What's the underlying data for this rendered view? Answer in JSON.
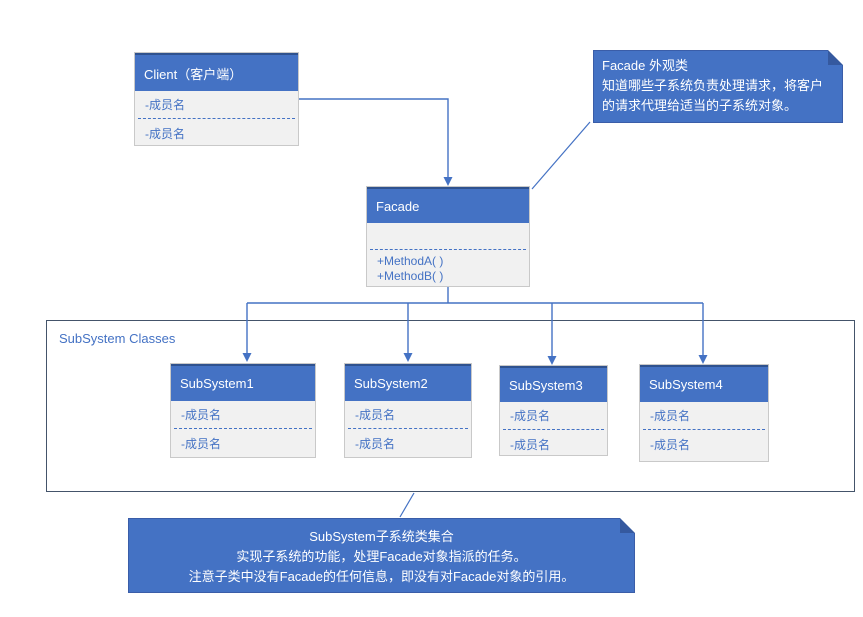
{
  "colors": {
    "accent": "#4472c4",
    "accent_dark": "#2f528f",
    "body_fill": "#f1f1f1",
    "body_border": "#c9c9c9",
    "frame_border": "#44546a"
  },
  "client": {
    "title": "Client（客户端）",
    "members": [
      "-成员名",
      "-成员名"
    ]
  },
  "facade": {
    "title": "Facade",
    "methods": [
      "+MethodA( )",
      "+MethodB( )"
    ]
  },
  "frame": {
    "label": "SubSystem Classes"
  },
  "subsystems": [
    {
      "title": "SubSystem1",
      "members": [
        "-成员名",
        "-成员名"
      ]
    },
    {
      "title": "SubSystem2",
      "members": [
        "-成员名",
        "-成员名"
      ]
    },
    {
      "title": "SubSystem3",
      "members": [
        "-成员名",
        "-成员名"
      ]
    },
    {
      "title": "SubSystem4",
      "members": [
        "-成员名",
        "-成员名"
      ]
    }
  ],
  "callout_facade": {
    "line1": "Facade 外观类",
    "line2": "知道哪些子系统负责处理请求，将客户的请求代理给适当的子系统对象。"
  },
  "callout_subsystem": {
    "line1": "SubSystem子系统类集合",
    "line2": "实现子系统的功能，处理Facade对象指派的任务。",
    "line3": "注意子类中没有Facade的任何信息，即没有对Facade对象的引用。"
  }
}
